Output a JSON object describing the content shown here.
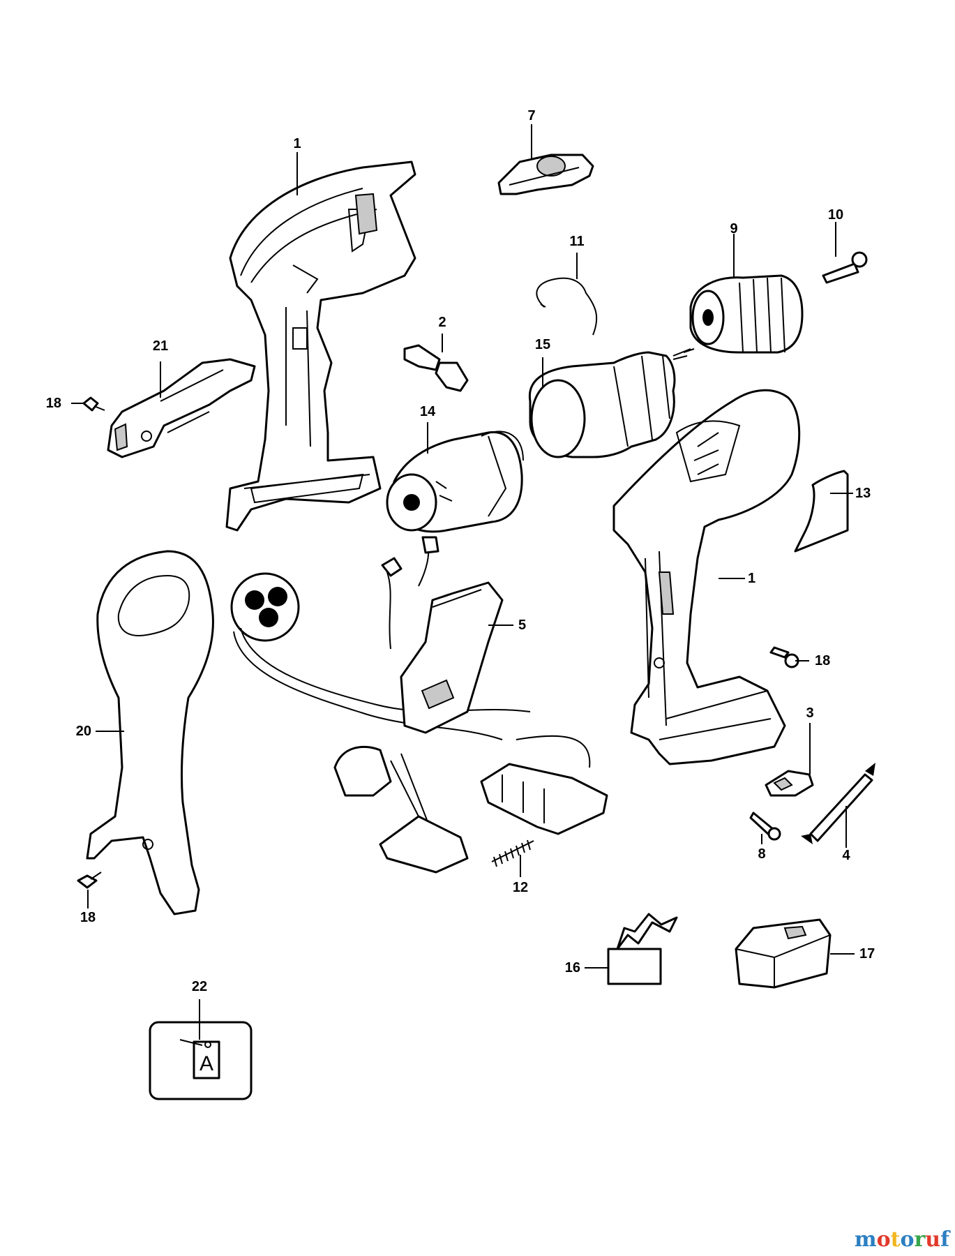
{
  "callouts": {
    "p1_left": "1",
    "p1_right": "1",
    "p2": "2",
    "p3": "3",
    "p4": "4",
    "p5": "5",
    "p7": "7",
    "p8": "8",
    "p9": "9",
    "p10": "10",
    "p11": "11",
    "p12": "12",
    "p13": "13",
    "p14": "14",
    "p15": "15",
    "p16": "16",
    "p17": "17",
    "p18_left": "18",
    "p18_right": "18",
    "p18_bottom": "18",
    "p20": "20",
    "p21": "21",
    "p22": "22"
  },
  "tag_letter": "A",
  "watermark": {
    "text": "motoruf",
    "letters": [
      "m",
      "o",
      "t",
      "o",
      "r",
      "u",
      "f"
    ],
    "colors": [
      "#2c7fc1",
      "#e23a2b",
      "#f2b51e",
      "#2c7fc1",
      "#36a44a",
      "#e23a2b",
      "#2c7fc1"
    ]
  }
}
